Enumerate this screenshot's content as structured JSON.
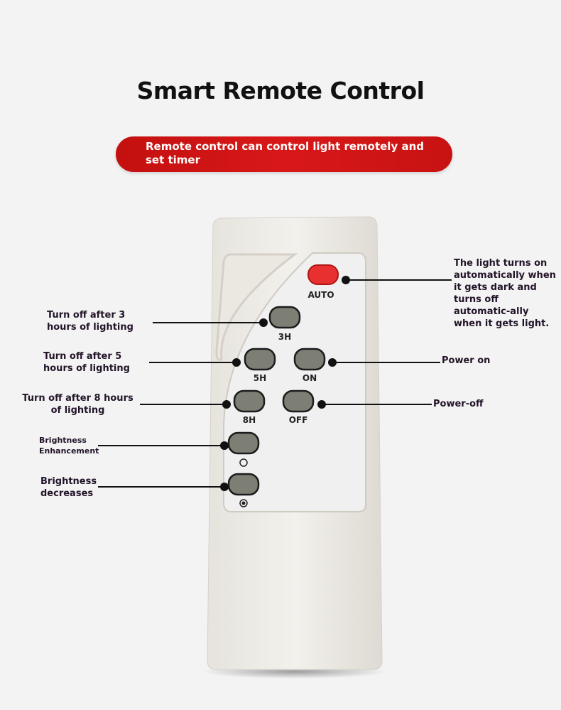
{
  "title": "Smart Remote Control",
  "banner": "Remote control can control light remotely and set timer",
  "buttons": {
    "auto": "AUTO",
    "h3": "3H",
    "h5": "5H",
    "on": "ON",
    "h8": "8H",
    "off": "OFF"
  },
  "callouts": {
    "auto": "The light turns on automatically when it gets dark and turns off automatic-ally when it gets light.",
    "h3": "Turn off after 3 hours of lighting",
    "h5": "Turn off after 5 hours of lighting",
    "h8": "Turn off after 8 hours of lighting",
    "on": "Power on",
    "off": "Power-off",
    "bright_up": "Brightness Enhancement",
    "bright_down": "Brightness decreases"
  },
  "colors": {
    "banner": "#d01414",
    "auto_button": "#e83030",
    "button": "#7d7f74"
  }
}
